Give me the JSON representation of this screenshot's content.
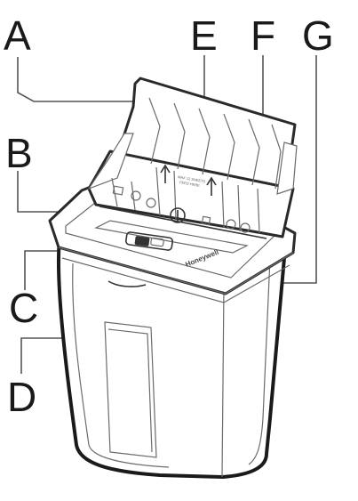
{
  "callouts": {
    "A": "A",
    "B": "B",
    "C": "C",
    "D": "D",
    "E": "E",
    "F": "F",
    "G": "G"
  },
  "product": {
    "brand": "Honeywell",
    "feed_label_line1": "MAX 12 SHEETS",
    "feed_label_line2": "FEED HERE"
  },
  "icons": {
    "control_knob": "dial-icon",
    "feed_arrow": "arrow-up-icon",
    "switch": "slide-switch-icon",
    "window": "bin-window"
  },
  "colors": {
    "outline": "#1a1a1a",
    "detail": "#6b6b6b",
    "leader": "#555555",
    "background": "#ffffff"
  }
}
